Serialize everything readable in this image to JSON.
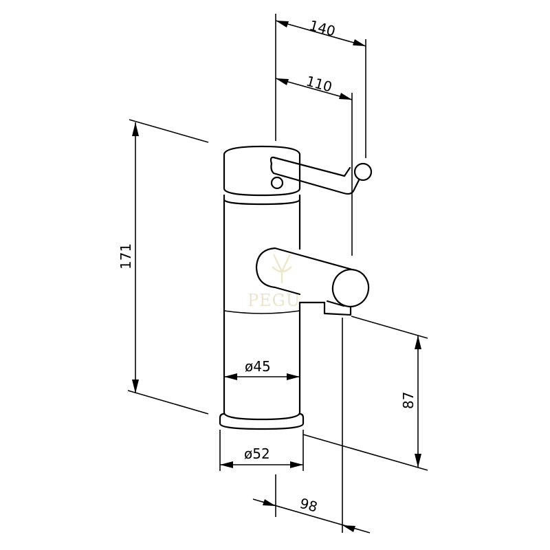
{
  "diagram": {
    "watermark": "PEGU",
    "dimensions": {
      "total_reach": "140",
      "lever_reach": "110",
      "height": "171",
      "body_diameter": "ø45",
      "base_diameter": "ø52",
      "spout_height": "87",
      "spout_reach": "98"
    }
  }
}
